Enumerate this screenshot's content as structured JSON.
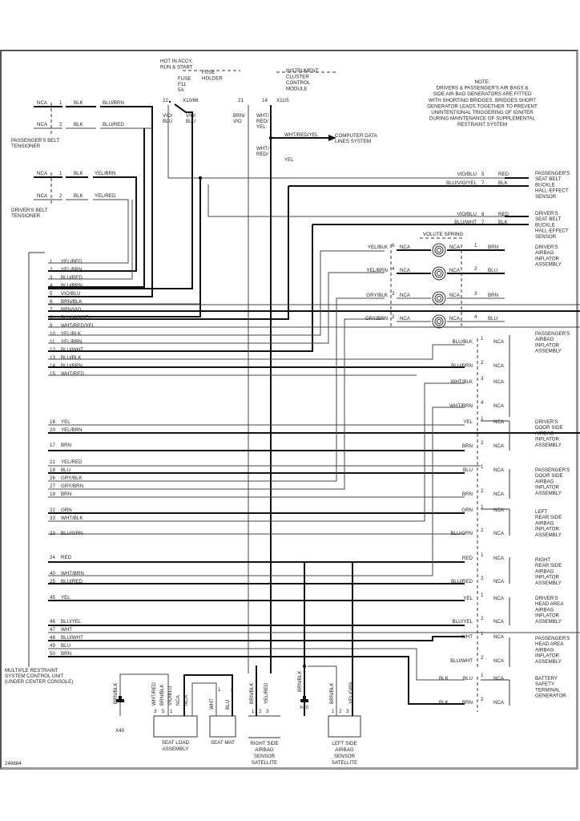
{
  "diagram_id": "249684",
  "note": {
    "lines": [
      "NOTE:",
      "DRIVERS & PASSENGER'S AIR BAGS &",
      "SIDE AIR BAG GENERATORS ARE FITTED",
      "WITH SHORTING BRIDGES. BRIDGES SHORT",
      "GENERATOR LEADS TOGETHER TO PREVENT",
      "UNINTENTIONAL TRIGGERING OF IGNITER",
      "DURING MAINTENANCE OF SUPPLEMENTAL",
      "RESTRAINT SYSTEM"
    ]
  },
  "power": {
    "hot_label": [
      "HOT IN ACCY,",
      "RUN & START"
    ],
    "fuse_holder": [
      "FUSE",
      "HOLDER"
    ],
    "fuse": [
      "FUSE",
      "F11",
      "5A"
    ],
    "pin": "22",
    "connector": "X10/66",
    "wires": [
      [
        "VIO/",
        "BLU"
      ],
      [
        "VIO/",
        "BLU"
      ]
    ]
  },
  "cluster": {
    "title": [
      "INSTRUMENT",
      "CLUSTER",
      "CONTROL",
      "MODULE"
    ],
    "pin_a": "21",
    "pin_b": "14",
    "connector": "X11/5",
    "wire_a": [
      "BRN/",
      "VIO"
    ],
    "wire_b": [
      "WHT/",
      "RED/",
      "YEL"
    ],
    "wire_c": [
      "WHT/",
      "RED/"
    ],
    "wire_c2": "YEL",
    "data_wire": "WHT/RED/YEL",
    "data_target": [
      "COMPUTER DATA",
      "LINES SYSTEM"
    ]
  },
  "tensioners": [
    {
      "name": [
        "PASSENGER'S BELT",
        "TENSIONER"
      ],
      "pins": [
        {
          "side": "NCA",
          "pin": "1",
          "color": "BLK",
          "wire": "BLU/BRN"
        },
        {
          "side": "NCA",
          "pin": "2",
          "color": "BLK",
          "wire": "BLU/RED"
        }
      ]
    },
    {
      "name": [
        "DRIVER'S BELT",
        "TENSIONER"
      ],
      "pins": [
        {
          "side": "NCA",
          "pin": "1",
          "color": "BLK",
          "wire": "YEL/BRN"
        },
        {
          "side": "NCA",
          "pin": "2",
          "color": "BLK",
          "wire": "YEL/RED"
        }
      ]
    }
  ],
  "control_unit": {
    "name": [
      "MULTIPLE RESTRAINT",
      "SYSTEM CONTROL UNIT",
      "(UNDER CENTER CONSOLE)"
    ],
    "pins": [
      {
        "pin": "1",
        "wire": "YEL/RED"
      },
      {
        "pin": "2",
        "wire": "YEL/BRN"
      },
      {
        "pin": "3",
        "wire": "BLU/RED"
      },
      {
        "pin": "4",
        "wire": "BLU/BRN"
      },
      {
        "pin": "5",
        "wire": "VIO/BLU"
      },
      {
        "pin": "6",
        "wire": "BRN/BLK"
      },
      {
        "pin": "7",
        "wire": "BRN/VIO"
      },
      {
        "pin": "8",
        "wire": "BLU/VIO/YEL"
      },
      {
        "pin": "9",
        "wire": "WHT/RED/YEL"
      },
      {
        "pin": "10",
        "wire": "YEL/BLK"
      },
      {
        "pin": "11",
        "wire": "YEL/BRN"
      },
      {
        "pin": "12",
        "wire": "BLU/WHT"
      },
      {
        "pin": "13",
        "wire": "BLU/BLK"
      },
      {
        "pin": "14",
        "wire": "BLU/BRN"
      },
      {
        "pin": "15",
        "wire": "WHT/RED"
      },
      {
        "pin": "16",
        "wire": "YEL"
      },
      {
        "pin": "20",
        "wire": "YEL/BRN"
      },
      {
        "pin": "17",
        "wire": "BRN"
      },
      {
        "pin": "21",
        "wire": "YEL/RED"
      },
      {
        "pin": "18",
        "wire": "BLU"
      },
      {
        "pin": "26",
        "wire": "GRY/BLK"
      },
      {
        "pin": "27",
        "wire": "GRY/BRN"
      },
      {
        "pin": "19",
        "wire": "BRN"
      },
      {
        "pin": "22",
        "wire": "GRN"
      },
      {
        "pin": "33",
        "wire": "WHT/BLK"
      },
      {
        "pin": "23",
        "wire": "BLU/GRN"
      },
      {
        "pin": "24",
        "wire": "RED"
      },
      {
        "pin": "40",
        "wire": "WHT/BRN"
      },
      {
        "pin": "25",
        "wire": "BLU/RED"
      },
      {
        "pin": "45",
        "wire": "YEL"
      },
      {
        "pin": "46",
        "wire": "BLU/YEL"
      },
      {
        "pin": "47",
        "wire": "WHT"
      },
      {
        "pin": "48",
        "wire": "BLU/WHT"
      },
      {
        "pin": "49",
        "wire": "BLU"
      },
      {
        "pin": "50",
        "wire": "BRN"
      }
    ]
  },
  "buckle_sensors": [
    {
      "name": [
        "PASSENGER'S",
        "SEAT BELT",
        "BUCKLE",
        "HALL-EFFECT",
        "SENSOR"
      ],
      "pins": [
        {
          "wire": "VIO/BLU",
          "pin": "5",
          "color": "RED"
        },
        {
          "wire": "BLU/VIO/YEL",
          "pin": "7",
          "color": "BLK"
        }
      ]
    },
    {
      "name": [
        "DRIVER'S",
        "SEAT BELT",
        "BUCKLE",
        "HALL-EFFECT",
        "SENSOR"
      ],
      "pins": [
        {
          "wire": "VIO/BLU",
          "pin": "6",
          "color": "RED"
        },
        {
          "wire": "BLU/WHT",
          "pin": "7",
          "color": "BLK"
        }
      ]
    }
  ],
  "volute": {
    "title": "VOLUTE SPRING",
    "rows": [
      {
        "wire": "YEL/BLK",
        "pin_in": "6",
        "nca_in": "NCA",
        "nca_out": "NCA",
        "pin_out": "1",
        "color": "BRN"
      },
      {
        "wire": "YEL/BRN",
        "pin_in": "4",
        "nca_in": "NCA",
        "nca_out": "NCA",
        "pin_out": "2",
        "color": "BLU"
      },
      {
        "wire": "GRY/BLK",
        "pin_in": "3",
        "nca_in": "NCA",
        "nca_out": "NCA",
        "pin_out": "3",
        "color": "BRN"
      },
      {
        "wire": "GRY/BRN",
        "pin_in": "2",
        "nca_in": "NCA",
        "nca_out": "NCA",
        "pin_out": "4",
        "color": "BLU"
      }
    ],
    "target": [
      "DRIVER'S",
      "AIRBAG",
      "INFLATOR",
      "ASSEMBLY"
    ]
  },
  "components": [
    {
      "name": [
        "PASSENGER'S",
        "AIRBAG",
        "INFLATOR",
        "ASSEMBLY"
      ],
      "pins": [
        {
          "wire": "BLU/BLK",
          "pin": "1",
          "side": "NCA"
        },
        {
          "wire": "BLU/BRN",
          "pin": "2",
          "side": "NCA"
        },
        {
          "wire": "WHT/BLK",
          "pin": "3",
          "side": "NCA"
        },
        {
          "wire": "WHT/BRN",
          "pin": "4",
          "side": "NCA"
        }
      ]
    },
    {
      "name": [
        "DRIVER'S",
        "DOOR SIDE",
        "AIRBAG",
        "INFLATOR",
        "ASSEMBLY"
      ],
      "pins": [
        {
          "wire": "YEL",
          "pin": "1",
          "side": "NCA"
        },
        {
          "wire": "BRN",
          "pin": "2",
          "side": "NCA"
        }
      ]
    },
    {
      "name": [
        "PASSENGER'S",
        "DOOR SIDE",
        "AIRBAG",
        "INFLATOR",
        "ASSEMBLY"
      ],
      "pins": [
        {
          "wire": "BLU",
          "pin": "1",
          "side": "NCA"
        },
        {
          "wire": "BRN",
          "pin": "2",
          "side": "NCA"
        }
      ]
    },
    {
      "name": [
        "LEFT",
        "REAR SIDE",
        "AIRBAG",
        "INFLATOR",
        "ASSEMBLY"
      ],
      "pins": [
        {
          "wire": "GRN",
          "pin": "1",
          "side": "NCA"
        },
        {
          "wire": "BLU/GRN",
          "pin": "2",
          "side": "NCA"
        }
      ]
    },
    {
      "name": [
        "RIGHT",
        "REAR SIDE",
        "AIRBAG",
        "INFLATOR",
        "ASSEMBLY"
      ],
      "pins": [
        {
          "wire": "RED",
          "pin": "1",
          "side": "NCA"
        },
        {
          "wire": "BLU/RED",
          "pin": "2",
          "side": "NCA"
        }
      ]
    },
    {
      "name": [
        "DRIVER'S",
        "HEAD AREA",
        "AIRBAG",
        "INFLATOR",
        "ASSEMBLY"
      ],
      "pins": [
        {
          "wire": "YEL",
          "pin": "1",
          "side": "NCA"
        },
        {
          "wire": "BLU/YEL",
          "pin": "2",
          "side": "NCA"
        }
      ]
    },
    {
      "name": [
        "PASSENGER'S",
        "HEAD AREA",
        "AIRBAG",
        "INFLATOR",
        "ASSEMBLY"
      ],
      "pins": [
        {
          "wire": "WHT",
          "pin": "1",
          "side": "NCA"
        },
        {
          "wire": "BLU/WHT",
          "pin": "2",
          "side": "NCA"
        }
      ]
    },
    {
      "name": [
        "BATTERY",
        "SAFETY",
        "TERMINAL",
        "GENERATOR"
      ],
      "pins": [
        {
          "wire": "BLU",
          "mid": "BLK",
          "pin": "1",
          "side": "NCA"
        },
        {
          "wire": "BRN",
          "mid": "BLK",
          "pin": "2",
          "side": "NCA"
        }
      ]
    }
  ],
  "bottom": {
    "ground_wire": "BRN/BLK",
    "ground_label": "X40",
    "seat_load": {
      "name": [
        "SEAT LOAD",
        "ASSEMBLY"
      ],
      "wires": [
        "WHT/RED",
        "BRN/BLK",
        "VIO/BLU",
        "NCA",
        "NCA"
      ],
      "pins": [
        "3",
        "5",
        "1",
        "",
        ""
      ]
    },
    "seat_mat": {
      "name": [
        "SEAT MAT"
      ],
      "wires": [
        "WHT",
        "BLU"
      ],
      "pins": [
        "1",
        "2"
      ]
    },
    "right_sensor": {
      "name": [
        "RIGHT SIDE",
        "AIRBAG",
        "SENSOR",
        "SATELLITE"
      ],
      "wires": [
        "BRN/BLK",
        "YEL/RED"
      ],
      "pins": [
        "1",
        "2",
        "3"
      ]
    },
    "ground2_wire": "BRN/BLK",
    "ground2_label": "X40",
    "left_sensor": {
      "name": [
        "LEFT SIDE",
        "AIRBAG",
        "SENSOR",
        "SATELLITE"
      ],
      "wires": [
        "BRN/BLK",
        "YEL/GRN"
      ],
      "pins": [
        "1",
        "2",
        "3"
      ]
    }
  }
}
